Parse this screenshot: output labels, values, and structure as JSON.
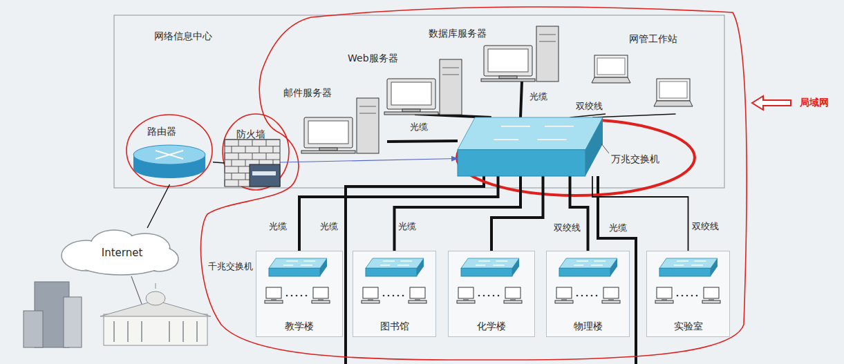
{
  "diagram": {
    "nodes": [
      {
        "text": [
          "网络信息中心"
        ]
      },
      {
        "text": [
          "路由器"
        ],
        "in": 0
      },
      {
        "text": [
          "防火墙"
        ],
        "in": 0
      },
      {
        "text": [
          "邮件服务器"
        ],
        "in": 0
      },
      {
        "text": [
          "Web服务器"
        ],
        "in": 0
      },
      {
        "text": [
          "数据库服务器"
        ],
        "in": 0
      },
      {
        "text": [
          "网管工作站"
        ],
        "in": 0
      },
      {
        "text": [
          "万兆交换机"
        ],
        "in": 0
      },
      {
        "text": [
          "Internet"
        ]
      },
      {
        "text": [
          "教学楼"
        ]
      },
      {
        "text": [
          "图书馆"
        ]
      },
      {
        "text": [
          "化学楼"
        ]
      },
      {
        "text": [
          "物理楼"
        ]
      },
      {
        "text": [
          "实验室"
        ]
      }
    ],
    "edges": [
      {
        "from": 8,
        "to": 1,
        "arrow": "none"
      },
      {
        "from": 1,
        "to": 2,
        "arrow": "none"
      },
      {
        "from": 2,
        "to": 7,
        "arrow": "to"
      },
      {
        "from": 3,
        "to": 7,
        "arrow": "none"
      },
      {
        "from": 4,
        "to": 7,
        "label": "光缆",
        "arrow": "none"
      },
      {
        "from": 5,
        "to": 7,
        "label": "光缆",
        "arrow": "none"
      },
      {
        "from": 6,
        "to": 7,
        "label": "双绞线",
        "arrow": "none"
      },
      {
        "from": 6,
        "to": 7,
        "arrow": "none"
      },
      {
        "from": 7,
        "to": 9,
        "label": "光缆",
        "arrow": "none"
      },
      {
        "from": 7,
        "to": 10,
        "label": "光缆",
        "arrow": "none"
      },
      {
        "from": 7,
        "to": 11,
        "arrow": "none"
      },
      {
        "from": 7,
        "to": 12,
        "label": "双绞线",
        "arrow": "none"
      },
      {
        "from": 7,
        "to": 13,
        "label": "双绞线",
        "arrow": "none"
      }
    ],
    "labels": [
      "千兆交换机",
      "光缆",
      "光缆",
      "局域网"
    ]
  }
}
